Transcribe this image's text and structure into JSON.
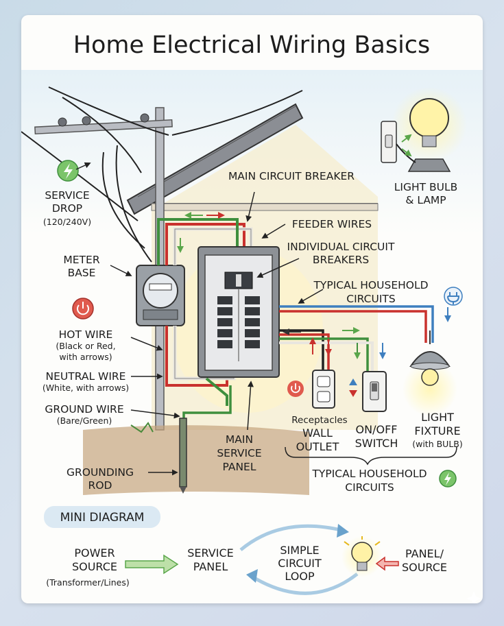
{
  "title": "Home Electrical Wiring Basics",
  "colors": {
    "hot": "#c9312d",
    "neutral": "#e9e6df",
    "ground": "#3f8f3d",
    "feeder_blue": "#3e7fbf",
    "arrow_green": "#5aa64a",
    "panel_gray": "#8d9196",
    "house_wall": "#f5ecd2"
  },
  "labels": {
    "service_drop": [
      "SERVICE",
      "DROP"
    ],
    "service_drop_sub": "(120/240V)",
    "meter_base": [
      "METER",
      "BASE"
    ],
    "main_breaker": "MAIN CIRCUIT BREAKER",
    "feeder_wires": "FEEDER WIRES",
    "individual_breakers": [
      "INDIVIDUAL CIRCUIT",
      "BREAKERS"
    ],
    "typical_circuits_top": [
      "TYPICAL HOUSEHOLD",
      "CIRCUITS"
    ],
    "light_bulb_lamp": [
      "LIGHT BULB",
      "& LAMP"
    ],
    "hot_wire": "HOT WIRE",
    "hot_wire_sub": [
      "(Black or Red,",
      "with arrows)"
    ],
    "neutral_wire": "NEUTRAL WIRE",
    "neutral_wire_sub": "(White, with arrows)",
    "ground_wire": "GROUND WIRE",
    "ground_wire_sub": "(Bare/Green)",
    "grounding_rod": [
      "GROUNDING",
      "ROD"
    ],
    "main_service_panel": [
      "MAIN",
      "SERVICE",
      "PANEL"
    ],
    "receptacles": "Receptacles",
    "wall_outlet": [
      "WALL",
      "OUTLET"
    ],
    "on_off_switch": [
      "ON/OFF",
      "SWITCH"
    ],
    "light_fixture": [
      "LIGHT",
      "FIXTURE"
    ],
    "light_fixture_sub": "(with BULB)",
    "typical_circuits_bottom": [
      "TYPICAL HOUSEHOLD",
      "CIRCUITS"
    ]
  },
  "mini": {
    "badge": "MINI DIAGRAM",
    "power_source": [
      "POWER",
      "SOURCE"
    ],
    "power_source_sub": "(Transformer/Lines)",
    "service_panel": [
      "SERVICE",
      "PANEL"
    ],
    "simple_loop": [
      "SIMPLE",
      "CIRCUIT",
      "LOOP"
    ],
    "panel_source": [
      "PANEL/",
      "SOURCE"
    ]
  },
  "icons": [
    "lightning-icon",
    "power-icon",
    "plug-icon",
    "lightbulb-icon",
    "sparkle-icon"
  ]
}
